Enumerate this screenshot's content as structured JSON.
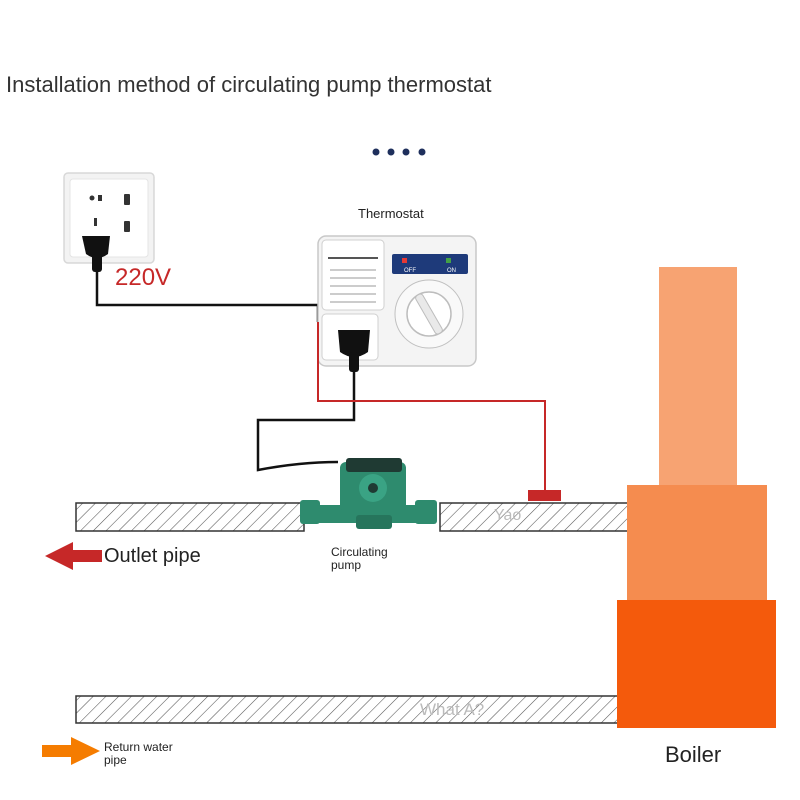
{
  "title": "Installation method of circulating pump thermostat",
  "labels": {
    "thermostat": "Thermostat",
    "voltage": "220V",
    "outlet_pipe": "Outlet pipe",
    "circulating_pump_line1": "Circulating",
    "circulating_pump_line2": "pump",
    "return_water_line1": "Return water",
    "return_water_line2": "pipe",
    "boiler": "Boiler"
  },
  "watermarks": {
    "pipe_top": "Yao",
    "pipe_bottom": "What A?"
  },
  "thermostat_dial": {
    "off_label": "OFF",
    "on_label": "ON"
  },
  "colors": {
    "title_text": "#333333",
    "voltage_text": "#c62828",
    "sensor_wire": "#c62828",
    "power_cable": "#111111",
    "arrow_outlet": "#c62828",
    "arrow_return": "#f57c00",
    "boiler_top": "#f7a372",
    "boiler_middle": "#f58c4f",
    "boiler_base": "#f45a0c",
    "pump_body": "#2e8b6e",
    "dial_panel": "#1e3a7a"
  },
  "icons": [
    "wall-socket-icon",
    "plug-icon",
    "thermostat-icon",
    "circulating-pump-icon",
    "sensor-probe-icon",
    "arrow-left-icon",
    "arrow-right-icon",
    "dots-icon"
  ]
}
